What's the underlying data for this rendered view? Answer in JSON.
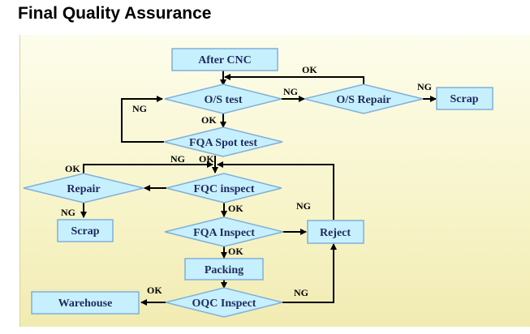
{
  "page": {
    "title": "Final Quality Assurance"
  },
  "flowchart": {
    "nodes": {
      "after_cnc": "After CNC",
      "os_test": "O/S test",
      "os_repair": "O/S Repair",
      "scrap_top": "Scrap",
      "fqa_spot_test": "FQA Spot test",
      "repair": "Repair",
      "fqc_inspect": "FQC inspect",
      "scrap_left": "Scrap",
      "fqa_inspect": "FQA Inspect",
      "reject": "Reject",
      "packing": "Packing",
      "warehouse": "Warehouse",
      "oqc_inspect": "OQC Inspect"
    },
    "edge_labels": {
      "os_repair_ok": "OK",
      "os_test_ng": "NG",
      "os_repair_ng": "NG",
      "fqa_spot_ng_left": "NG",
      "os_test_ok": "OK",
      "fqa_spot_ng": "NG",
      "fqa_spot_ok": "OK",
      "repair_ok": "OK",
      "repair_ng": "NG",
      "fqc_ok": "OK",
      "fqc_ng": "NG",
      "fqa_inspect_ok": "OK",
      "oqc_ok": "OK",
      "oqc_ng": "NG"
    },
    "colors": {
      "shape_fill": "#c7f0ff",
      "shape_stroke": "#7fb0d9",
      "label_text": "#1f2a5c",
      "connector": "#000000",
      "panel_top": "#fdfdec",
      "panel_bottom": "#f1ebb2"
    }
  }
}
